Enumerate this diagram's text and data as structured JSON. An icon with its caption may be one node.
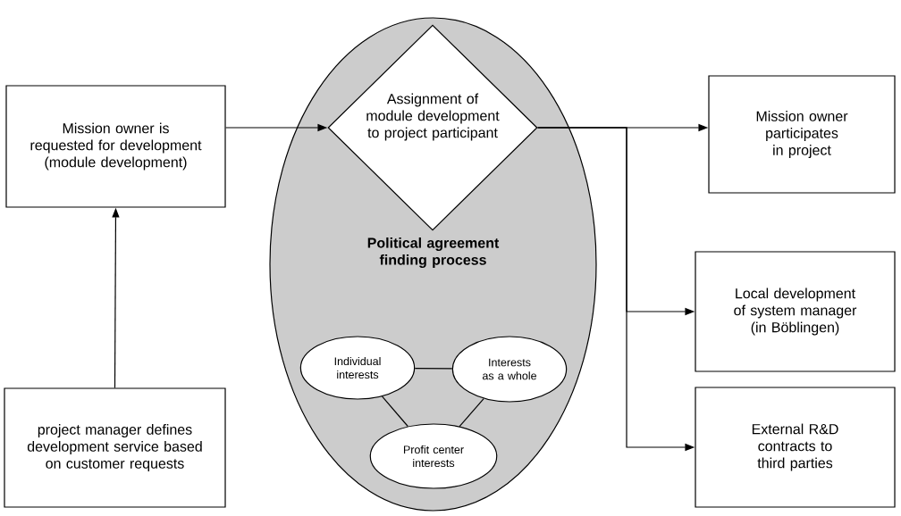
{
  "diagram": {
    "nodes": [
      {
        "text": [
          "Mission owner is requested for development (module development)"
        ]
      },
      {
        "text": [
          "project manager defines development service based on customer requests"
        ]
      },
      {
        "text": [
          "Political agreement finding process"
        ]
      },
      {
        "text": [
          "Assignment of module development to project participant"
        ],
        "in": 2
      },
      {
        "text": [
          "Individual interests"
        ],
        "in": 2
      },
      {
        "text": [
          "Interests as a whole"
        ],
        "in": 2
      },
      {
        "text": [
          "Profit center interests"
        ],
        "in": 2
      },
      {
        "text": [
          "Mission owner participates in project"
        ]
      },
      {
        "text": [
          "Local development of system manager (in Böblingen)"
        ]
      },
      {
        "text": [
          "External R&D contracts to third parties"
        ]
      }
    ],
    "edges": [
      {
        "from": 1,
        "to": 0,
        "arrow": "to"
      },
      {
        "from": 0,
        "to": 3,
        "arrow": "to"
      },
      {
        "from": 3,
        "to": 7,
        "arrow": "to"
      },
      {
        "from": 3,
        "to": 8,
        "arrow": "to"
      },
      {
        "from": 3,
        "to": 9,
        "arrow": "to"
      },
      {
        "from": 4,
        "to": 5,
        "arrow": "none"
      },
      {
        "from": 4,
        "to": 6,
        "arrow": "none"
      },
      {
        "from": 5,
        "to": 6,
        "arrow": "none"
      }
    ]
  }
}
